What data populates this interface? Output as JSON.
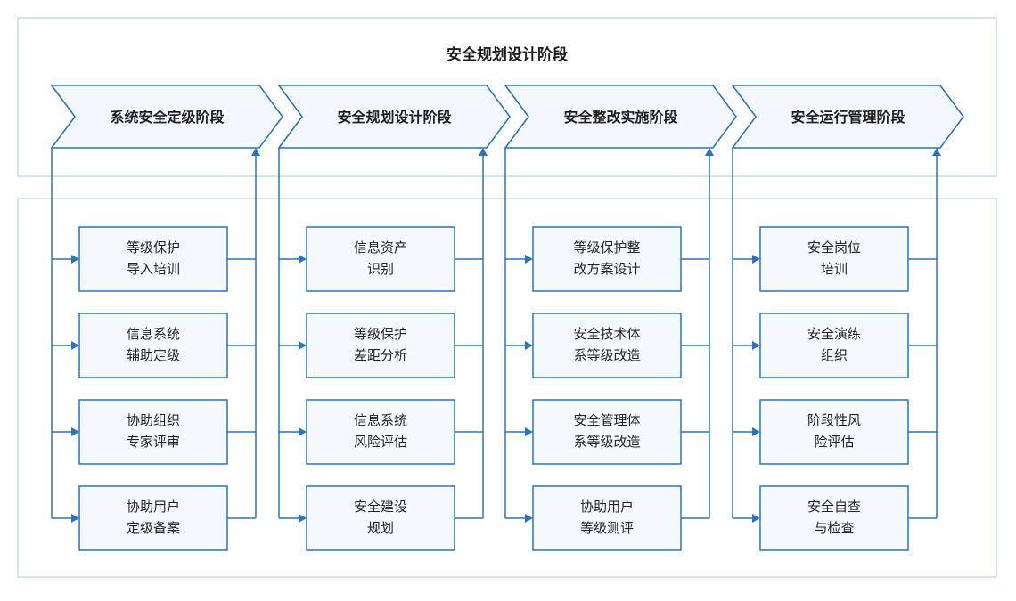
{
  "title": "安全规划设计阶段",
  "colors": {
    "accent": "#2b74bd",
    "card_fill": "#f4f9fd",
    "panel_border": "#b6d4e6"
  },
  "stages": [
    {
      "label": "系统安全定级阶段",
      "items": [
        [
          "等级保护",
          "导入培训"
        ],
        [
          "信息系统",
          "辅助定级"
        ],
        [
          "协助组织",
          "专家评审"
        ],
        [
          "协助用户",
          "定级备案"
        ]
      ]
    },
    {
      "label": "安全规划设计阶段",
      "items": [
        [
          "信息资产",
          "识别"
        ],
        [
          "等级保护",
          "差距分析"
        ],
        [
          "信息系统",
          "风险评估"
        ],
        [
          "安全建设",
          "规划"
        ]
      ]
    },
    {
      "label": "安全整改实施阶段",
      "items": [
        [
          "等级保护整",
          "改方案设计"
        ],
        [
          "安全技术体",
          "系等级改造"
        ],
        [
          "安全管理体",
          "系等级改造"
        ],
        [
          "协助用户",
          "等级测评"
        ]
      ]
    },
    {
      "label": "安全运行管理阶段",
      "items": [
        [
          "安全岗位",
          "培训"
        ],
        [
          "安全演练",
          "组织"
        ],
        [
          "阶段性风",
          "险评估"
        ],
        [
          "安全自查",
          "与检查"
        ]
      ]
    }
  ]
}
